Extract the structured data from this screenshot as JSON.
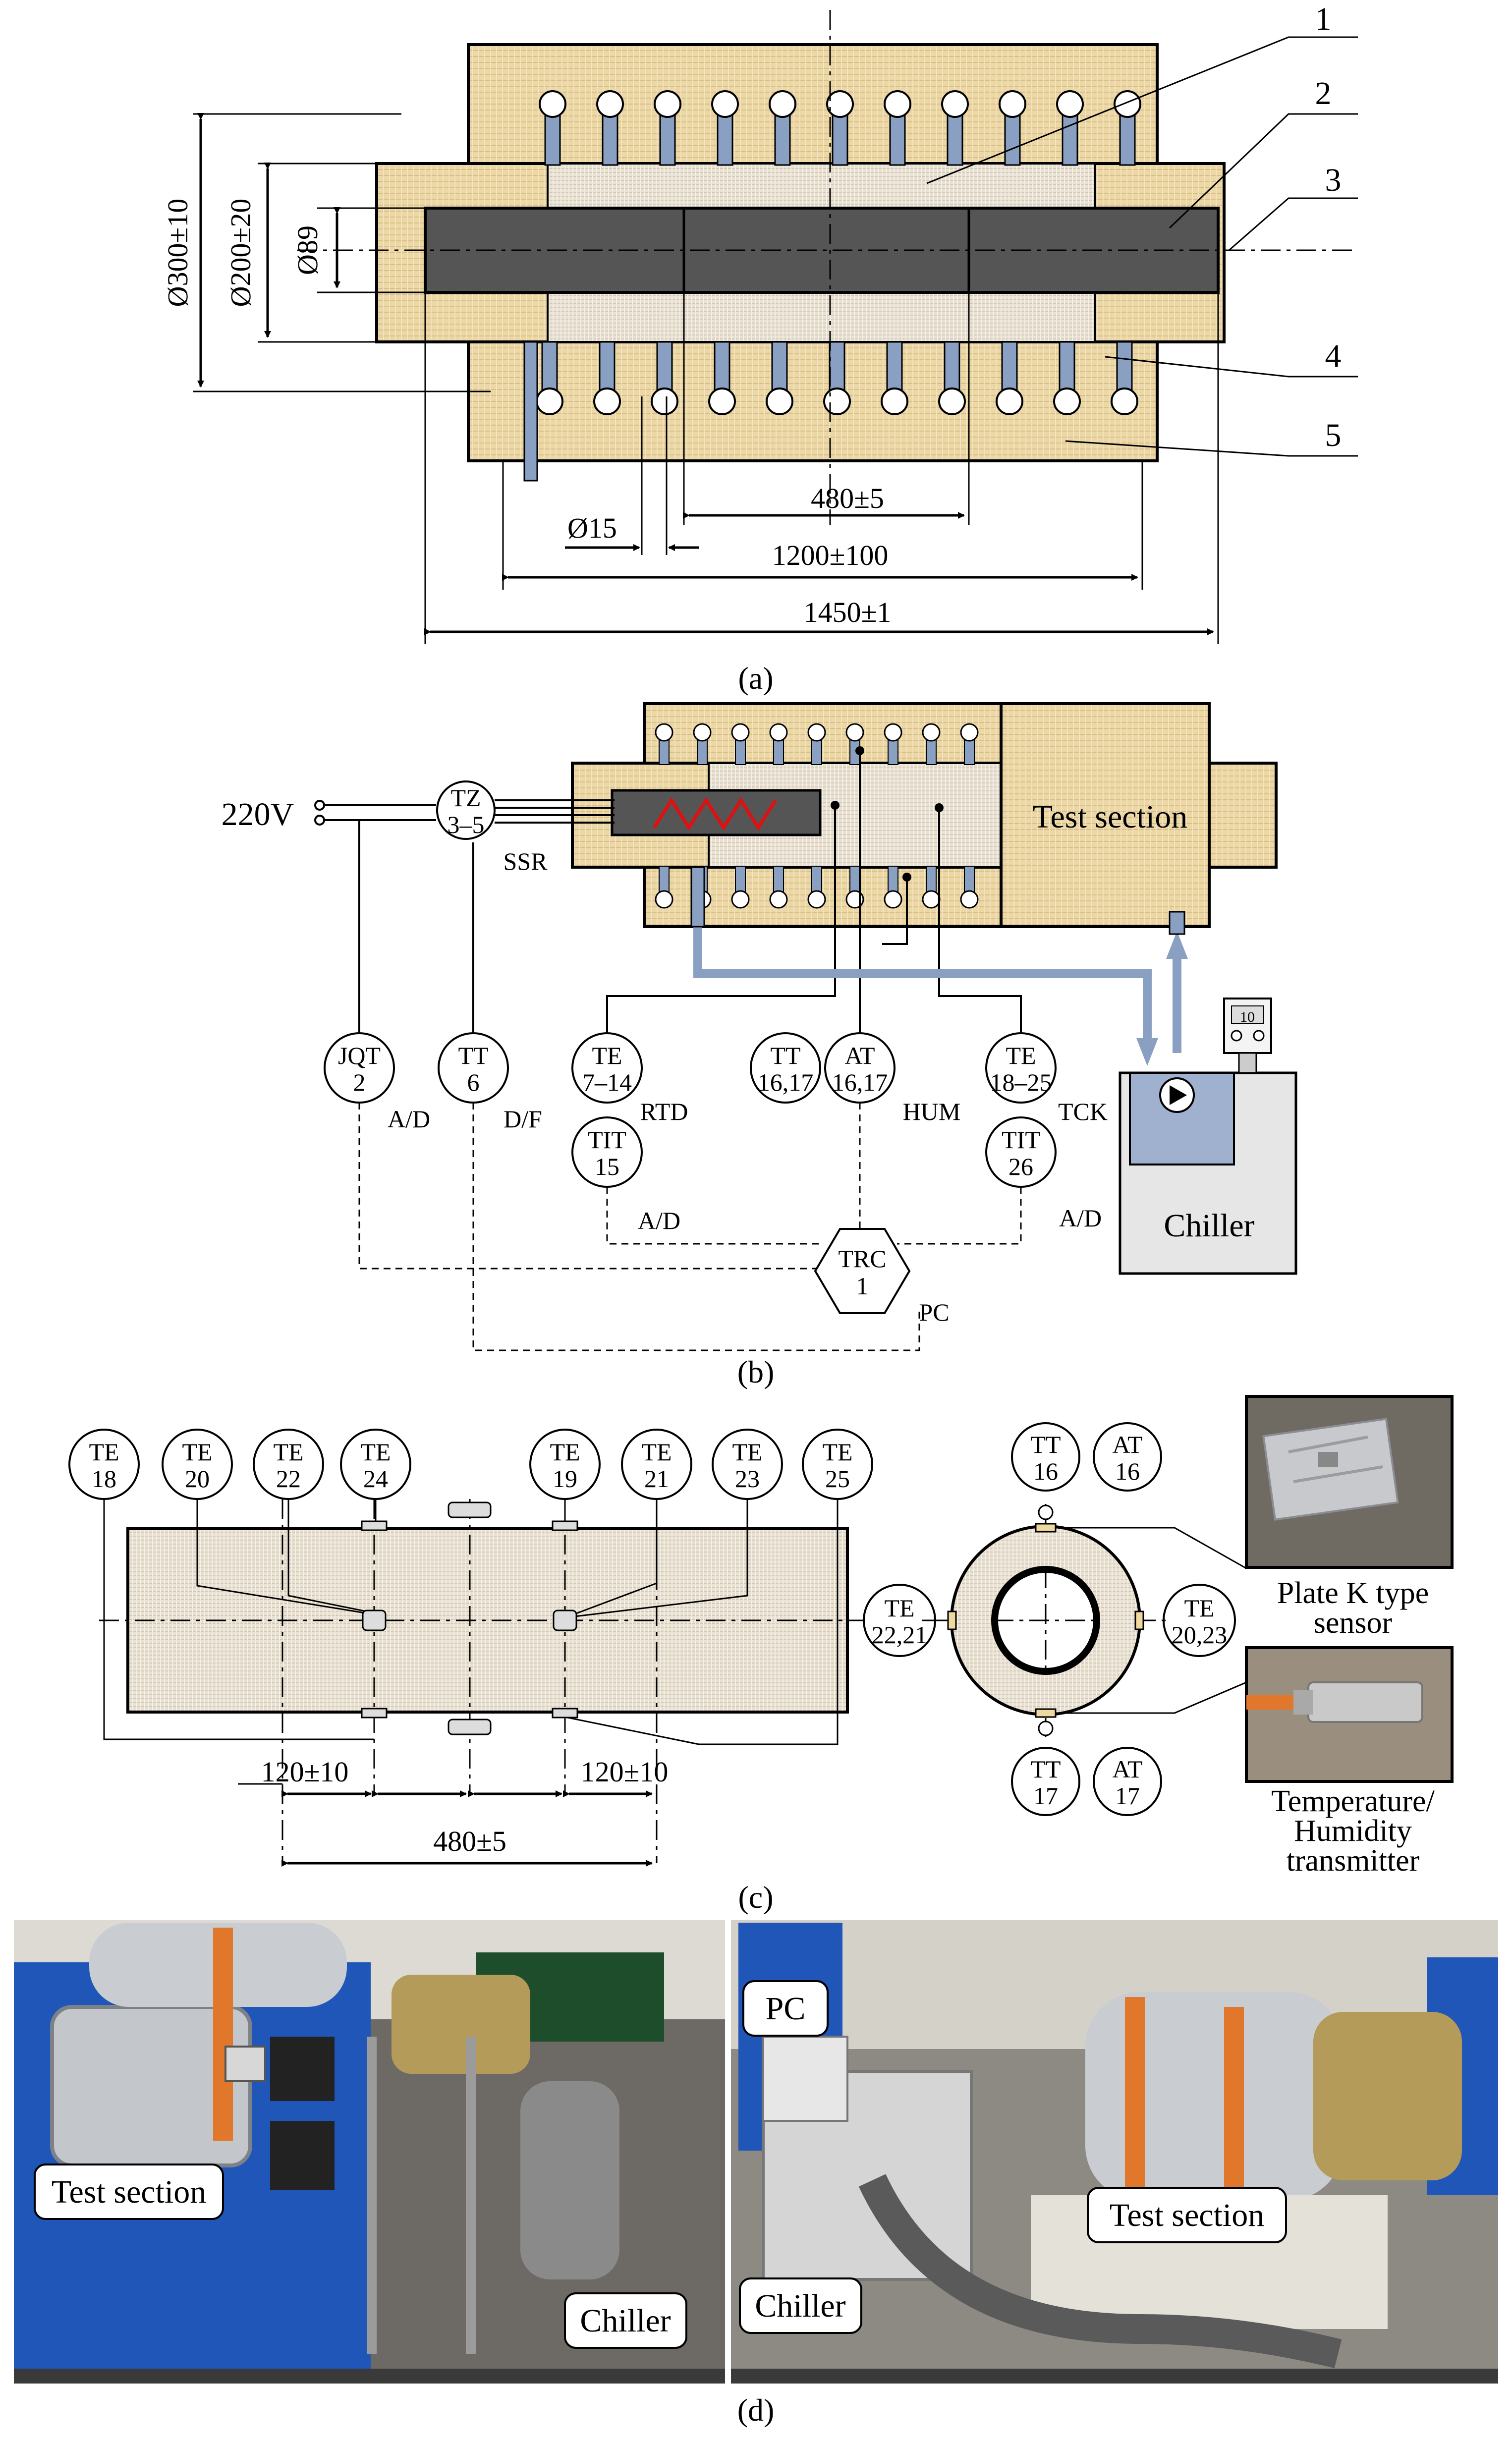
{
  "panel_a": {
    "caption": "(a)",
    "callouts": [
      "1",
      "2",
      "3",
      "4",
      "5"
    ],
    "dim_d300": "Ø300±10",
    "dim_d200": "Ø200±20",
    "dim_d89": "Ø89",
    "dim_d15": "Ø15",
    "dim_480": "480±5",
    "dim_1200": "1200±100",
    "dim_1450": "1450±1"
  },
  "panel_b": {
    "caption": "(b)",
    "voltage": "220V",
    "test_section": "Test section",
    "chiller": "Chiller",
    "chiller_display": "10",
    "ssr": "SSR",
    "tz": [
      "TZ",
      "3–5"
    ],
    "jqt": [
      "JQT",
      "2"
    ],
    "tt6": [
      "TT",
      "6"
    ],
    "te7": [
      "TE",
      "7–14"
    ],
    "tit15": [
      "TIT",
      "15"
    ],
    "tt16": [
      "TT",
      "16,17"
    ],
    "at16": [
      "AT",
      "16,17"
    ],
    "te18": [
      "TE",
      "18–25"
    ],
    "tit26": [
      "TIT",
      "26"
    ],
    "trc": [
      "TRC",
      "1"
    ],
    "sig_ad1": "A/D",
    "sig_df": "D/F",
    "sig_rtd": "RTD",
    "sig_ad2": "A/D",
    "sig_hum": "HUM",
    "sig_tck": "TCK",
    "sig_ad3": "A/D",
    "sig_pc": "PC"
  },
  "panel_c": {
    "caption": "(c)",
    "te_top": [
      [
        "TE",
        "18"
      ],
      [
        "TE",
        "20"
      ],
      [
        "TE",
        "22"
      ],
      [
        "TE",
        "24"
      ],
      [
        "TE",
        "19"
      ],
      [
        "TE",
        "21"
      ],
      [
        "TE",
        "23"
      ],
      [
        "TE",
        "25"
      ]
    ],
    "te_left": [
      "TE",
      "22,21"
    ],
    "te_right": [
      "TE",
      "20,23"
    ],
    "tt16": [
      "TT",
      "16"
    ],
    "at16": [
      "AT",
      "16"
    ],
    "tt17": [
      "TT",
      "17"
    ],
    "at17": [
      "AT",
      "17"
    ],
    "dim_120a": "120±10",
    "dim_120b": "120±10",
    "dim_480": "480±5",
    "plate_label": [
      "Plate K type",
      "sensor"
    ],
    "transmitter_label": [
      "Temperature/",
      "Humidity",
      "transmitter"
    ]
  },
  "panel_d": {
    "caption": "(d)",
    "left_test_section": "Test section",
    "left_chiller": "Chiller",
    "right_pc": "PC",
    "right_test_section": "Test section",
    "right_chiller": "Chiller"
  }
}
